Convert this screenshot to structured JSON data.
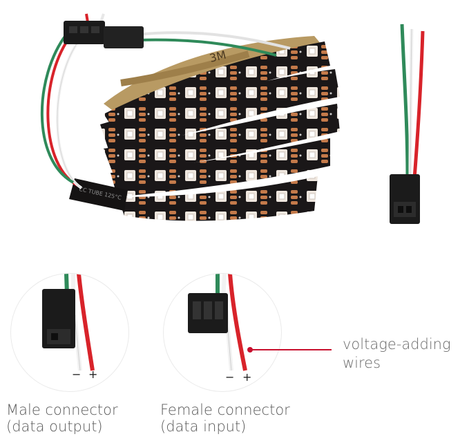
{
  "captions": {
    "male_title": "Male connector",
    "male_sub": "(data output)",
    "female_title": "Female connector",
    "female_sub": "(data input)",
    "callout_line1": "voltage-adding",
    "callout_line2": "wires"
  },
  "polarity": {
    "male_minus": "−",
    "male_plus": "+",
    "female_minus": "−",
    "female_plus": "+"
  },
  "strip_print": {
    "tape_brand": "3M",
    "tube_text": "CC TUBE 125°C"
  },
  "colors": {
    "wire_red": "#d8232a",
    "wire_green": "#2f8a5a",
    "wire_white": "#f2f2f2",
    "pcb": "#1a1718",
    "tape": "#b89a63",
    "connector": "#1b1b1b",
    "callout_line": "#c8102e",
    "led_pad": "#c47a4a"
  }
}
